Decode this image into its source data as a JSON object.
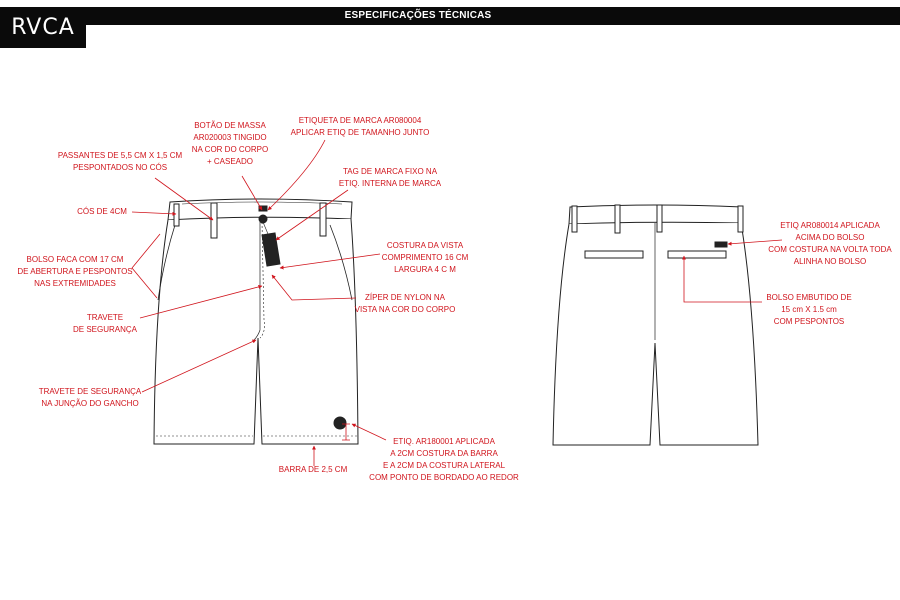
{
  "header": {
    "title": "ESPECIFICAÇÕES TÉCNICAS",
    "logo": "RVCA"
  },
  "colors": {
    "accent": "#d0141c",
    "outline": "#222222",
    "bar": "#0a0a0a"
  },
  "front_annotations": {
    "belt_loops": "PASSANTES DE 5,5 CM X 1,5 CM\nPESPONTADOS NO CÓS",
    "button": "BOTÃO DE MASSA\nAR020003 TINGIDO\nNA COR DO CORPO\n+       CASEADO",
    "brand_label": "ETIQUETA DE MARCA AR080004\nAPLICAR ETIQ DE TAMANHO JUNTO",
    "brand_tag": "TAG DE MARCA FIXO NA\nETIQ. INTERNA DE MARCA",
    "waistband": "CÓS DE 4CM",
    "knife_pocket": "BOLSO FACA COM 17 CM\nDE ABERTURA E PESPONTOS\nNAS EXTREMIDADES",
    "fly_stitch": "COSTURA DA VISTA\nCOMPRIMENTO 16 CM\nLARGURA 4 C M",
    "zipper": "ZÍPER DE NYLON NA\nVISTA NA COR DO CORPO",
    "bartack": "TRAVETE\nDE SEGURANÇA",
    "bartack_crotch": "TRAVETE DE SEGURANÇA\nNA JUNÇÃO DO GANCHO",
    "hem": "BARRA DE 2,5 CM",
    "hem_label": "ETIQ. AR180001 APLICADA\nA 2CM COSTURA DA BARRA\nE A 2CM DA COSTURA LATERAL\nCOM PONTO DE BORDADO AO REDOR"
  },
  "back_annotations": {
    "pocket_label": "ETIQ AR080014 APLICADA\nACIMA DO BOLSO\nCOM COSTURA NA VOLTA TODA\nALINHA NO BOLSO",
    "welt_pocket": "BOLSO EMBUTIDO DE\n15 cm X 1.5 cm\nCOM PESPONTOS"
  }
}
